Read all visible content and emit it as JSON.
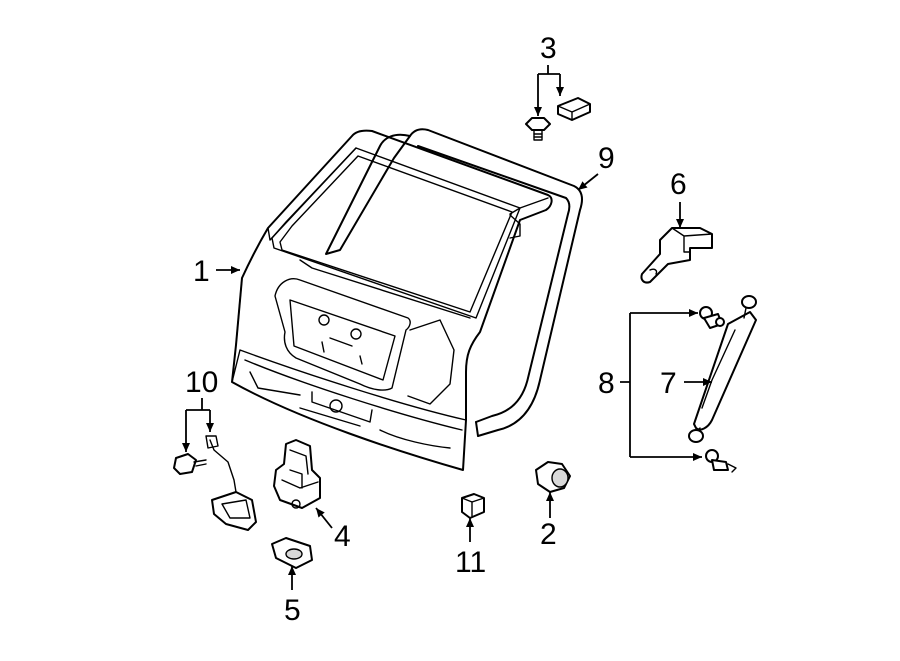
{
  "diagram": {
    "callouts": [
      {
        "id": "1",
        "text": "1"
      },
      {
        "id": "2",
        "text": "2"
      },
      {
        "id": "3",
        "text": "3"
      },
      {
        "id": "4",
        "text": "4"
      },
      {
        "id": "5",
        "text": "5"
      },
      {
        "id": "6",
        "text": "6"
      },
      {
        "id": "7",
        "text": "7"
      },
      {
        "id": "8",
        "text": "8"
      },
      {
        "id": "9",
        "text": "9"
      },
      {
        "id": "10",
        "text": "10"
      },
      {
        "id": "11",
        "text": "11"
      }
    ],
    "colors": {
      "line": "#000000",
      "background": "#ffffff",
      "shade": "#d9d9d9"
    }
  }
}
